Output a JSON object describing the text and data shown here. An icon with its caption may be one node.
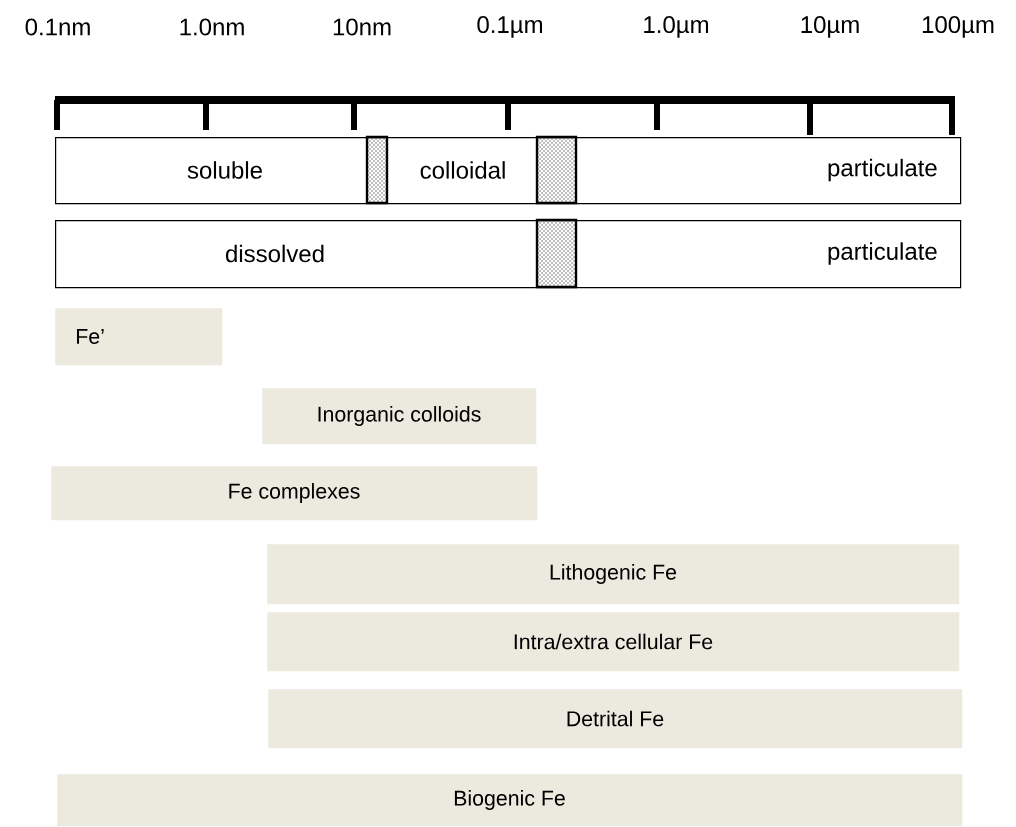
{
  "diagram": {
    "nodes": [
      {
        "text": [
          "soluble",
          "colloidal",
          "particulate"
        ]
      },
      {
        "text": [
          "dissolved",
          "particulate"
        ]
      },
      {
        "text": [
          "Fe’"
        ]
      },
      {
        "text": [
          "Inorganic colloids"
        ]
      },
      {
        "text": [
          "Fe complexes"
        ]
      },
      {
        "text": [
          "Lithogenic Fe"
        ]
      },
      {
        "text": [
          "Intra/extra cellular Fe"
        ]
      },
      {
        "text": [
          "Detrital Fe"
        ]
      },
      {
        "text": [
          "Biogenic Fe"
        ]
      }
    ],
    "labels": [
      "0.1nm",
      "1.0nm",
      "10nm",
      "0.1µm",
      "1.0µm",
      "10µm",
      "100µm"
    ]
  }
}
